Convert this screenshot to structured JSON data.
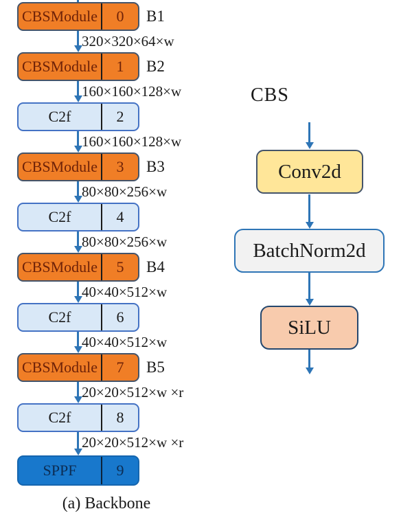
{
  "figure": {
    "caption": "(a) Backbone",
    "cbs_title": "CBS"
  },
  "backbone": {
    "nodes": [
      {
        "label": "CBSModule",
        "index": "0",
        "stage": "B1",
        "type": "cbs"
      },
      {
        "label": "CBSModule",
        "index": "1",
        "stage": "B2",
        "type": "cbs"
      },
      {
        "label": "C2f",
        "index": "2",
        "type": "c2f"
      },
      {
        "label": "CBSModule",
        "index": "3",
        "stage": "B3",
        "type": "cbs"
      },
      {
        "label": "C2f",
        "index": "4",
        "type": "c2f"
      },
      {
        "label": "CBSModule",
        "index": "5",
        "stage": "B4",
        "type": "cbs"
      },
      {
        "label": "C2f",
        "index": "6",
        "type": "c2f"
      },
      {
        "label": "CBSModule",
        "index": "7",
        "stage": "B5",
        "type": "cbs"
      },
      {
        "label": "C2f",
        "index": "8",
        "type": "c2f"
      },
      {
        "label": "SPPF",
        "index": "9",
        "type": "sppf"
      }
    ],
    "edges": [
      {
        "label": "320×320×64×w"
      },
      {
        "label": "160×160×128×w"
      },
      {
        "label": "160×160×128×w"
      },
      {
        "label": "80×80×256×w"
      },
      {
        "label": "80×80×256×w"
      },
      {
        "label": "40×40×512×w"
      },
      {
        "label": "40×40×512×w"
      },
      {
        "label": "20×20×512×w ×r"
      },
      {
        "label": "20×20×512×w ×r"
      }
    ]
  },
  "cbs_detail": {
    "blocks": [
      {
        "label": "Conv2d"
      },
      {
        "label": "BatchNorm2d"
      },
      {
        "label": "SiLU"
      }
    ]
  },
  "colors": {
    "arrow": "#2E75B6",
    "cbs_fill": "#F07E26",
    "cbs_border": "#44546A",
    "cbs_text": "#6E2208",
    "c2f_fill": "#D9E8F7",
    "c2f_border": "#4472C4",
    "c2f_text": "#1A1A1A",
    "sppf_fill": "#1878CC",
    "sppf_border": "#1565AE",
    "sppf_text": "#0C2D54",
    "sppf_divider": "#0C2239",
    "divider": "#1A1A1A",
    "conv_fill": "#FFE699",
    "conv_border": "#44546A",
    "bn_fill": "#F2F2F2",
    "bn_border": "#2E75B6",
    "silu_fill": "#F8CBAD",
    "silu_border": "#24476E"
  }
}
